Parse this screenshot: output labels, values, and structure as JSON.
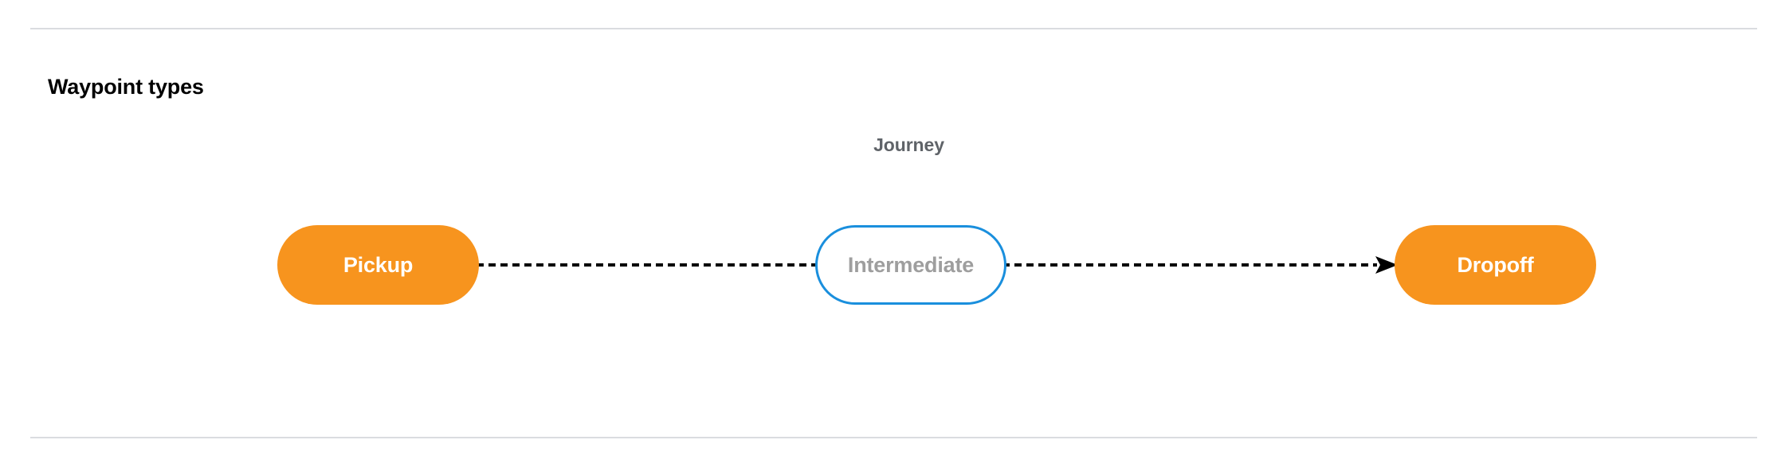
{
  "section": {
    "title": "Waypoint types"
  },
  "diagram": {
    "caption": "Journey",
    "nodes": [
      {
        "id": "pickup",
        "label": "Pickup",
        "style": "filled",
        "fill": "#f7941e",
        "text_color": "#ffffff"
      },
      {
        "id": "intermediate",
        "label": "Intermediate",
        "style": "outlined",
        "fill": "#ffffff",
        "border_color": "#1a8fdd",
        "text_color": "#9e9e9e"
      },
      {
        "id": "dropoff",
        "label": "Dropoff",
        "style": "filled",
        "fill": "#f7941e",
        "text_color": "#ffffff"
      }
    ],
    "connectors": [
      {
        "id": "pickup-to-intermediate",
        "from": "pickup",
        "to": "intermediate",
        "line": "dashed",
        "arrowhead": false,
        "color": "#000000"
      },
      {
        "id": "intermediate-to-dropoff",
        "from": "intermediate",
        "to": "dropoff",
        "line": "dashed",
        "arrowhead": true,
        "color": "#000000"
      }
    ]
  },
  "colors": {
    "rule": "#dadce0",
    "accent_orange": "#f7941e",
    "accent_blue": "#1a8fdd",
    "caption_gray": "#5f6368",
    "muted_gray": "#9e9e9e",
    "background": "#ffffff"
  }
}
